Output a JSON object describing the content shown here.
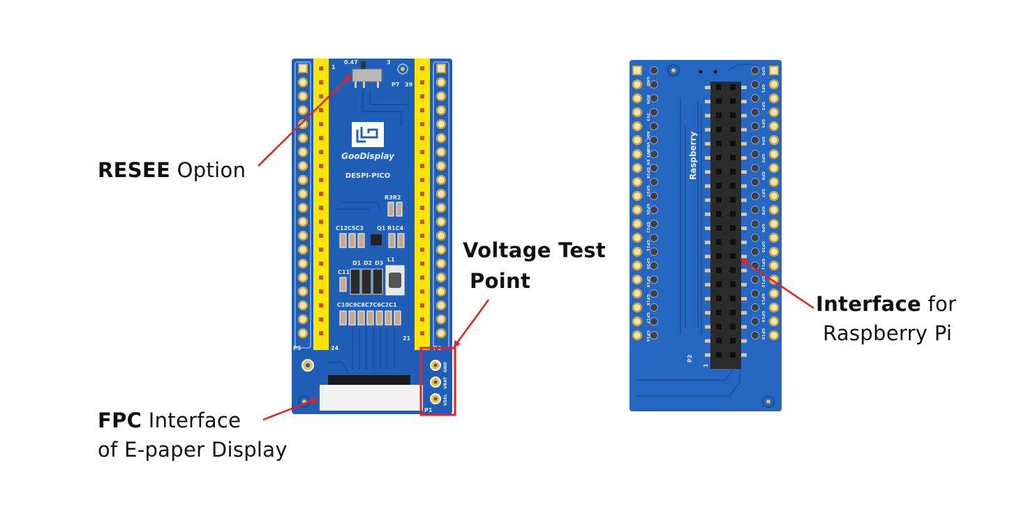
{
  "colors": {
    "board": "#1f5fb8",
    "board_dark": "#174a94",
    "pin_strip": "#ffe600",
    "arrow": "#ee1c1c",
    "highlight_box": "#ee1c1c",
    "text": "#111111"
  },
  "left_board": {
    "brand": "GooDisplay",
    "model": "DESPI-PICO",
    "switch_labels": [
      "0.47",
      "3"
    ],
    "header_labels": [
      "1",
      "39",
      "P7",
      "24",
      "21",
      "1"
    ],
    "connector_labels": [
      "P5",
      "P6",
      "P1"
    ],
    "components": {
      "row1": "R3R2",
      "row2": [
        "C12C5C3",
        "Q1",
        "R1C4"
      ],
      "row3": [
        "C11",
        "D1",
        "D2",
        "D3",
        "L1"
      ],
      "row4": "C10C9C8C7C6C2C1"
    },
    "test_points": [
      "GND",
      "VBAT",
      "VSEL"
    ],
    "side_label": "VBAT"
  },
  "right_board": {
    "silk_text": "Raspberry",
    "header_label": "P2",
    "pin1_label": "1",
    "left_pin_labels": [
      "GND",
      "RUN",
      "3V3",
      "ADC_VREF",
      "3V3_EN",
      "GP28",
      "GP27",
      "GP26",
      "GP22",
      "GP21",
      "GP20",
      "GP19",
      "GP18",
      "GP17",
      "GP16"
    ],
    "right_pin_labels": [
      "GP0",
      "GP1",
      "GP2",
      "GP3",
      "GP4",
      "GP5",
      "GP6",
      "GP7",
      "GP8",
      "GP9",
      "GP10",
      "GP11",
      "GP12",
      "GP13",
      "GP14",
      "GP15"
    ]
  },
  "annotations": {
    "resee": {
      "bold": "RESEE",
      "rest": " Option"
    },
    "voltage": {
      "bold": "Voltage",
      "rest": " Test",
      "line2": "Point"
    },
    "fpc": {
      "bold": "FPC",
      "rest": " Interface",
      "line2": "of E-paper Display"
    },
    "interface": {
      "bold": "Interface",
      "rest": " for",
      "line2": "Raspberry Pi"
    }
  }
}
